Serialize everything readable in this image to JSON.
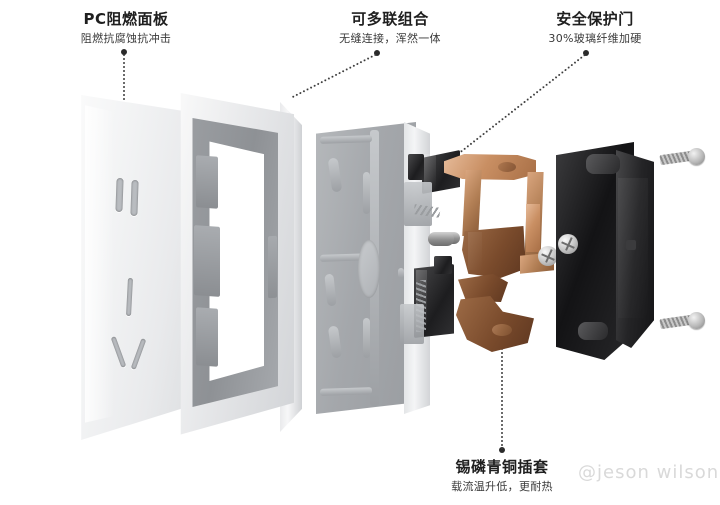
{
  "scene": {
    "background_color": "#ffffff",
    "subject": "exploded view of a wall power socket / outlet"
  },
  "callouts": [
    {
      "id": "pc-panel",
      "title": "PC阻燃面板",
      "subtitle": "阻燃抗腐蚀抗冲击",
      "target": "white PC faceplate",
      "leader": "vertical dotted line down to faceplate"
    },
    {
      "id": "multi-gang",
      "title": "可多联组合",
      "subtitle": "无缝连接，浑然一体",
      "target": "grey mounting frame",
      "leader": "diagonal dotted line down-left to frame"
    },
    {
      "id": "safety-door",
      "title": "安全保护门",
      "subtitle": "30%玻璃纤维加硬",
      "target": "safety shutter assembly",
      "leader": "diagonal dotted line down-left to shutter"
    },
    {
      "id": "bronze-socket",
      "title": "锡磷青铜插套",
      "subtitle": "载流温升低，更耐热",
      "target": "phosphor bronze contact set",
      "leader": "vertical dotted line up to contacts"
    }
  ],
  "watermark": {
    "text": "@jeson wilson",
    "color": "#d9d9d9"
  },
  "parts": [
    {
      "name": "pc-faceplate",
      "label": "PC flame-retardant faceplate",
      "color": "#f2f3f4"
    },
    {
      "name": "mounting-frame",
      "label": "Grey mounting frame",
      "color": "#9b9ea2"
    },
    {
      "name": "shutter-body",
      "label": "Grey shutter carrier body",
      "color": "#a4a7ab"
    },
    {
      "name": "safety-shutter",
      "label": "Black safety shutter + spring",
      "color": "#1d1d1f"
    },
    {
      "name": "bronze-contacts",
      "label": "Phosphor bronze contact set",
      "color": "#b27f55"
    },
    {
      "name": "rear-housing",
      "label": "Black rear housing",
      "color": "#131315"
    },
    {
      "name": "screw-top",
      "label": "Mounting screw",
      "color": "#b9b9b9"
    },
    {
      "name": "screw-bottom",
      "label": "Mounting screw",
      "color": "#b9b9b9"
    }
  ],
  "colors": {
    "title_text": "#1f1f1f",
    "subtitle_text": "#3a3a3a",
    "leader_line": "#3a3a3a",
    "copper": "#b27f55",
    "dark_copper": "#7a4b2c",
    "grey_plastic": "#9b9ea2",
    "black_plastic": "#1d1d1f",
    "white_plastic": "#f2f3f4"
  }
}
